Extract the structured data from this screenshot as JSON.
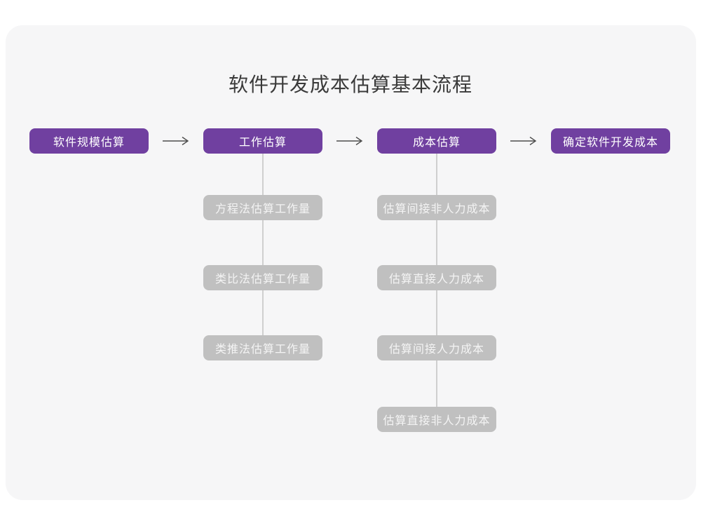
{
  "title": "软件开发成本估算基本流程",
  "flow": {
    "main_steps": [
      {
        "label": "软件规模估算"
      },
      {
        "label": "工作估算"
      },
      {
        "label": "成本估算"
      },
      {
        "label": "确定软件开发成本"
      }
    ],
    "work_methods": [
      "方程法估算工作量",
      "类比法估算工作量",
      "类推法估算工作量"
    ],
    "cost_steps": [
      "估算间接非人力成本",
      "估算直接人力成本",
      "估算间接人力成本",
      "估算直接非人力成本"
    ]
  },
  "colors": {
    "purple": "#7040A0",
    "gray_box": "#C0C0C0",
    "panel_bg": "#F6F6F7",
    "line_color": "#CFCFCF",
    "arrow_color": "#4D4D4D",
    "title_color": "#3A3A3A",
    "box_text": "#FFFFFF"
  }
}
